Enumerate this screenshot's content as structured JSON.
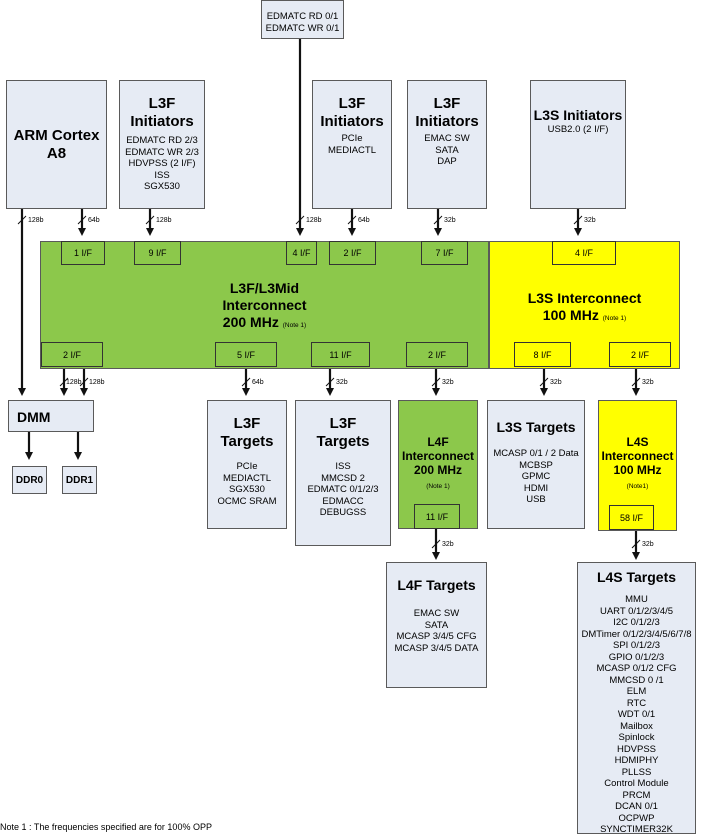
{
  "edmatc_top": {
    "lines": [
      "EDMATC RD 0/1",
      "EDMATC WR 0/1"
    ]
  },
  "arm": {
    "title_line1": "ARM Cortex",
    "title_line2": "A8"
  },
  "l3f_init_a": {
    "title_line1": "L3F",
    "title_line2": "Initiators",
    "items": [
      "EDMATC RD 2/3",
      "EDMATC WR 2/3",
      "HDVPSS (2 I/F)",
      "ISS",
      "SGX530"
    ]
  },
  "l3f_init_b": {
    "title_line1": "L3F",
    "title_line2": "Initiators",
    "items": [
      "PCIe",
      "MEDIACTL"
    ]
  },
  "l3f_init_c": {
    "title_line1": "L3F",
    "title_line2": "Initiators",
    "items": [
      "EMAC SW",
      "SATA",
      "DAP"
    ]
  },
  "l3s_init": {
    "title": "L3S Initiators",
    "item": "USB2.0 (2 I/F)"
  },
  "bandwidths": {
    "arm_out": "128b",
    "arm_in": "64b",
    "l3f_a": "128b",
    "edmatc": "128b",
    "l3f_b": "64b",
    "l3f_c": "32b",
    "l3s_init": "32b",
    "dmm_a": "128b",
    "dmm_b": "128b",
    "l3f_targets": "64b",
    "l3f_targets2": "32b",
    "l4f": "32b",
    "l3s_targets": "32b",
    "l4s": "32b",
    "l4f_targets": "32b",
    "l4s_targets": "32b"
  },
  "green_ic": {
    "title_line1": "L3F/L3Mid",
    "title_line2": "Interconnect",
    "freq": "200 MHz",
    "note": "(Note 1)",
    "ports_top": [
      "1 I/F",
      "9 I/F",
      "4 I/F",
      "2 I/F",
      "7 I/F"
    ],
    "ports_bottom": [
      "2 I/F",
      "5 I/F",
      "11 I/F",
      "2 I/F"
    ]
  },
  "yellow_ic": {
    "title": "L3S Interconnect",
    "freq": "100 MHz",
    "note": "(Note 1)",
    "ports_top": [
      "4 I/F"
    ],
    "ports_bottom": [
      "8 I/F",
      "2 I/F"
    ]
  },
  "dmm": {
    "title": "DMM"
  },
  "ddr": [
    "DDR0",
    "DDR1"
  ],
  "l3f_targets_a": {
    "title_line1": "L3F",
    "title_line2": "Targets",
    "items": [
      "PCIe",
      "MEDIACTL",
      "SGX530",
      "OCMC SRAM"
    ]
  },
  "l3f_targets_b": {
    "title_line1": "L3F",
    "title_line2": "Targets",
    "items": [
      "ISS",
      "MMCSD 2",
      "EDMATC 0/1/2/3",
      "EDMACC",
      "DEBUGSS"
    ]
  },
  "l4f_ic": {
    "title_line1": "L4F",
    "title_line2": "Interconnect",
    "freq": "200 MHz",
    "note": "(Note 1)",
    "port": "11 I/F"
  },
  "l3s_targets": {
    "title": "L3S Targets",
    "items": [
      "MCASP 0/1 / 2 Data",
      "MCBSP",
      "GPMC",
      "HDMI",
      "USB"
    ]
  },
  "l4s_ic": {
    "title_line1": "L4S",
    "title_line2": "Interconnect",
    "freq": "100 MHz",
    "note": "(Note1)",
    "port": "58 I/F"
  },
  "l4f_targets": {
    "title": "L4F Targets",
    "items": [
      "EMAC SW",
      "SATA",
      "MCASP 3/4/5 CFG",
      "MCASP 3/4/5 DATA"
    ]
  },
  "l4s_targets": {
    "title": "L4S Targets",
    "items": [
      "MMU",
      "UART 0/1/2/3/4/5",
      "I2C 0/1/2/3",
      "DMTimer 0/1/2/3/4/5/6/7/8",
      "SPI 0/1/2/3",
      "GPIO 0/1/2/3",
      "MCASP 0/1/2 CFG",
      "MMCSD 0 /1",
      "ELM",
      "RTC",
      "WDT 0/1",
      "Mailbox",
      "Spinlock",
      "HDVPSS",
      "HDMIPHY",
      "PLLSS",
      "Control Module",
      "PRCM",
      "DCAN 0/1",
      "OCPWP",
      "SYNCTIMER32K"
    ]
  },
  "footnote": "Note 1 : The frequencies specified are for 100% OPP",
  "colors": {
    "green": "#8cc84b",
    "yellow": "#ffff00",
    "box": "#e6ebf4"
  }
}
